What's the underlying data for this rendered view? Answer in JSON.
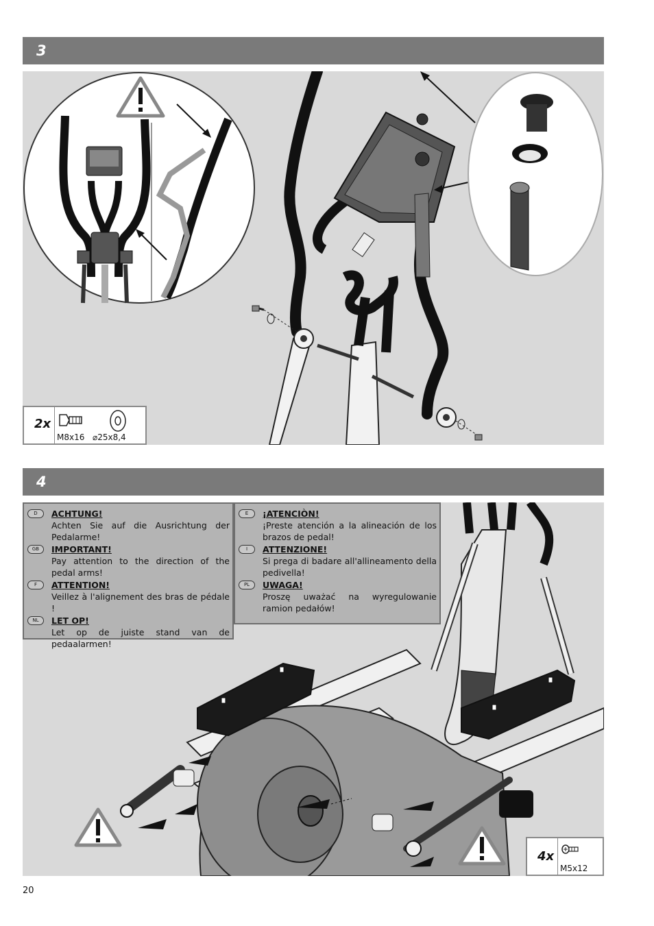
{
  "step3": {
    "number": "3",
    "parts": {
      "qty": "2x",
      "bolt_label": "M8x16",
      "washer_label": "⌀25x8,4"
    }
  },
  "step4": {
    "number": "4",
    "parts": {
      "qty": "4x",
      "screw_label": "M5x12"
    },
    "warnings_left": [
      {
        "lang": "D",
        "title": "ACHTUNG!",
        "text": "Achten Sie auf die Ausrichtung der Pedalarme!"
      },
      {
        "lang": "GB",
        "title": "IMPORTANT!",
        "text": "Pay attention to the direction of the pedal arms!"
      },
      {
        "lang": "F",
        "title": "ATTENTION!",
        "text": "Veillez à l'alignement des bras de pédale !"
      },
      {
        "lang": "NL",
        "title": "LET OP!",
        "text": "Let op de juiste stand van de pedaalarmen!"
      }
    ],
    "warnings_right": [
      {
        "lang": "E",
        "title": "¡ATENCIÒN!",
        "text": "¡Preste atención a la alineación de los brazos de pedal!"
      },
      {
        "lang": "I",
        "title": "ATTENZIONE!",
        "text": "Si prega di badare all'allineamento della pedivella!"
      },
      {
        "lang": "PL",
        "title": "UWAGA!",
        "text": "Proszę uważać na wyregulowanie ramion pedałów!"
      }
    ]
  },
  "page_number": "20",
  "icons": [
    "warning-triangle-icon",
    "bolt-icon",
    "washer-icon",
    "screw-icon"
  ]
}
